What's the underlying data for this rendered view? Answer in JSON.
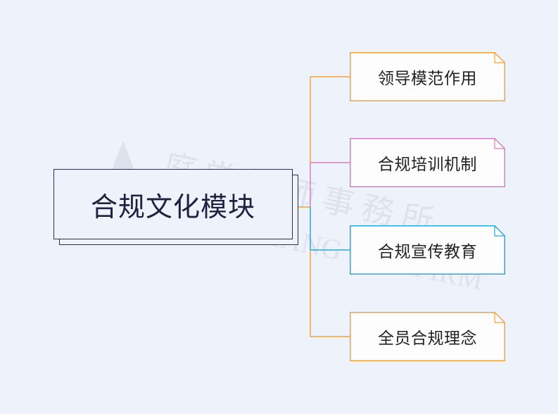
{
  "root": {
    "label": "合规文化模块"
  },
  "branches": [
    {
      "label": "领导模范作用",
      "color": "#f5a338"
    },
    {
      "label": "合规培训机制",
      "color": "#d87ec2"
    },
    {
      "label": "合规宣传教育",
      "color": "#27a8d8"
    },
    {
      "label": "全员合规理念",
      "color": "#f5a338"
    }
  ],
  "watermark": {
    "line1": "庭 常 律 師 事 務 所",
    "line2": "TINGCHANG LAW FIRM"
  }
}
